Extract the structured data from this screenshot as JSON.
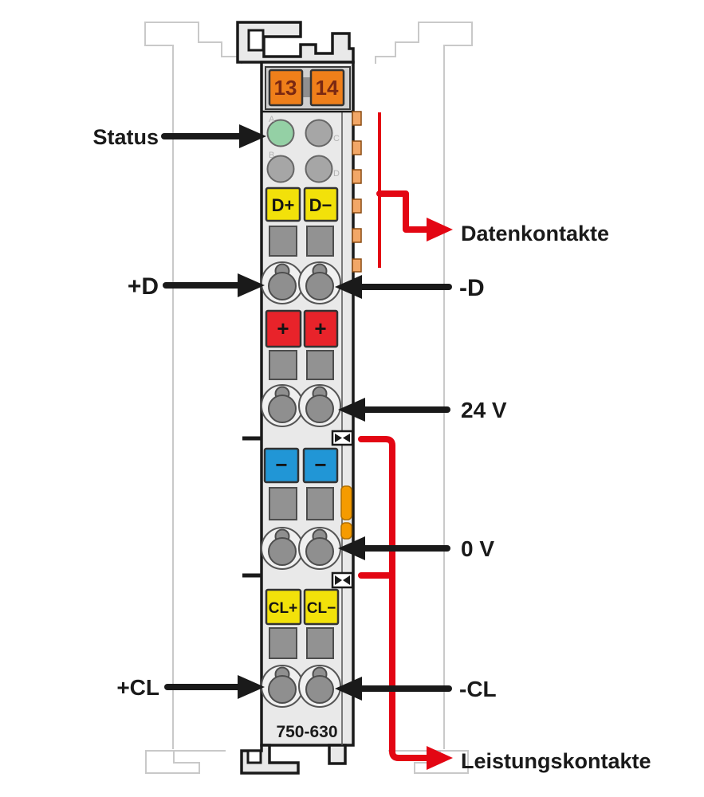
{
  "module": {
    "part_number": "750-630",
    "power_jumper_terminals": [
      "13",
      "14"
    ],
    "led_labels": [
      "A",
      "B",
      "C",
      "D"
    ],
    "terminal_markings": {
      "d_plus": "D+",
      "d_minus": "D−",
      "plus": "+",
      "minus": "−",
      "cl_plus": "CL+",
      "cl_minus": "CL−"
    }
  },
  "callouts": {
    "status": "Status",
    "plus_d": "+D",
    "minus_d": "-D",
    "v24": "24 V",
    "v0": "0 V",
    "plus_cl": "+CL",
    "minus_cl": "-CL",
    "data_contacts": "Datenkontakte",
    "power_contacts": "Leistungskontakte"
  },
  "colors": {
    "module_body": "#e9e9e9",
    "module_inset": "#cfcfcf",
    "wago_orange": "#ef7f1a",
    "terminal_number_text": "#7a2812",
    "terminal_yellow": "#f2e10a",
    "terminal_red": "#e8232a",
    "terminal_blue": "#2196d6",
    "led_green": "#94d0a5",
    "led_gray": "#a6a6a6",
    "clamp_gray": "#8f8f8f",
    "callout_red": "#e30613",
    "arrow_black": "#1a1a1a",
    "data_contact_tan": "#f2a767",
    "power_contact_orange": "#f59b00"
  }
}
